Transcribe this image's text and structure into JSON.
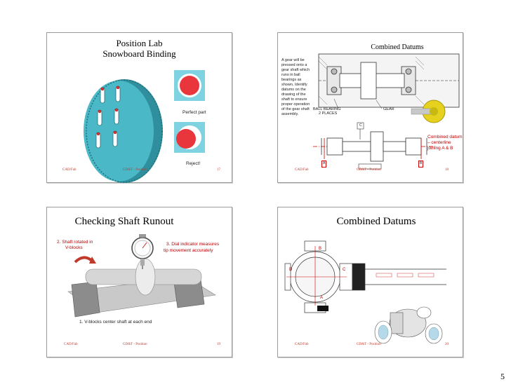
{
  "slides": [
    {
      "title_line1": "Position Lab",
      "title_line2": "Snowboard Binding",
      "label_perfect": "Perfect part",
      "label_reject": "Reject!",
      "footer_left": "CAD/Fab",
      "footer_mid": "GD&T - Position",
      "footer_num": "17"
    },
    {
      "title": "Combined Datums",
      "description": "A gear will be pressed onto a gear shaft which runs in ball bearings as shown. Identify datums on the drawing of the shaft to ensure proper operation of the gear shaft assembly.",
      "label_ball_bearing": "BALL BEARING",
      "label_two_places": "2 PLACES",
      "label_gear": "GEAR",
      "callout": "Combined datum – centerline joining A & B",
      "datum_a": "A",
      "datum_b": "B",
      "datum_c": "C",
      "footer_left": "CAD/Fab",
      "footer_mid": "GD&T - Position",
      "footer_num": "18"
    },
    {
      "title": "Checking Shaft Runout",
      "label_rotated_l1": "2. Shaft rotated in",
      "label_rotated_l2": "V-blocks",
      "label_dial_l1": "3. Dial indicator measures",
      "label_dial_l2": "tip movement accurately",
      "label_vblocks": "1. V-blocks center shaft at each end",
      "footer_left": "CAD/Fab",
      "footer_mid": "GD&T - Position",
      "footer_num": "19"
    },
    {
      "title": "Combined Datums",
      "datum_b": "B",
      "datum_c": "C",
      "datum_d": "D",
      "datum_a": "A",
      "footer_left": "CAD/Fab",
      "footer_mid": "GD&T - Position",
      "footer_num": "20"
    }
  ],
  "page_number": "5",
  "colors": {
    "teal": "#4ab8c6",
    "red": "#e8363c",
    "gear_yellow": "#e6d21e",
    "footer_red": "#c0392b"
  }
}
